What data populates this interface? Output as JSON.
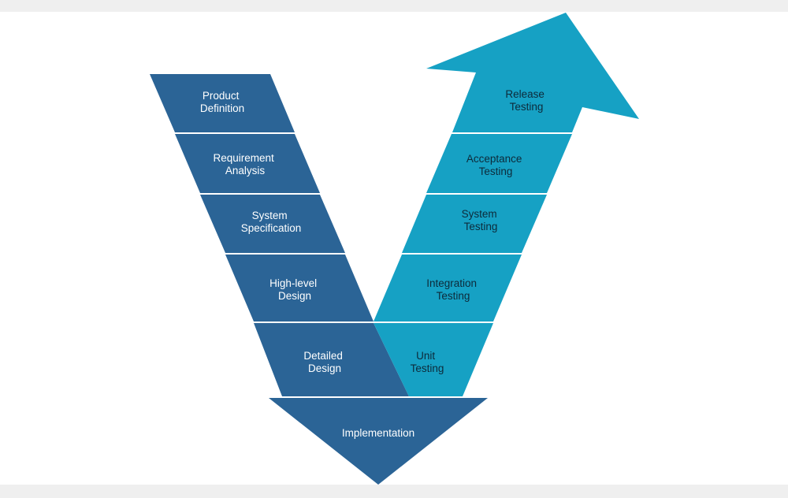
{
  "diagram": {
    "colors": {
      "background": "#ffffff",
      "frame": "#efefef",
      "development": "#2b6496",
      "testing": "#16a1c4",
      "separator": "#ffffff"
    },
    "development_stages": [
      {
        "line1": "Product",
        "line2": "Definition"
      },
      {
        "line1": "Requirement",
        "line2": "Analysis"
      },
      {
        "line1": "System",
        "line2": "Specification"
      },
      {
        "line1": "High-level",
        "line2": "Design"
      },
      {
        "line1": "Detailed",
        "line2": "Design"
      }
    ],
    "testing_stages": [
      {
        "line1": "Release",
        "line2": "Testing"
      },
      {
        "line1": "Acceptance",
        "line2": "Testing"
      },
      {
        "line1": "System",
        "line2": "Testing"
      },
      {
        "line1": "Integration",
        "line2": "Testing"
      },
      {
        "line1": "Unit",
        "line2": "Testing"
      }
    ],
    "implementation": {
      "label": "Implementation"
    }
  }
}
